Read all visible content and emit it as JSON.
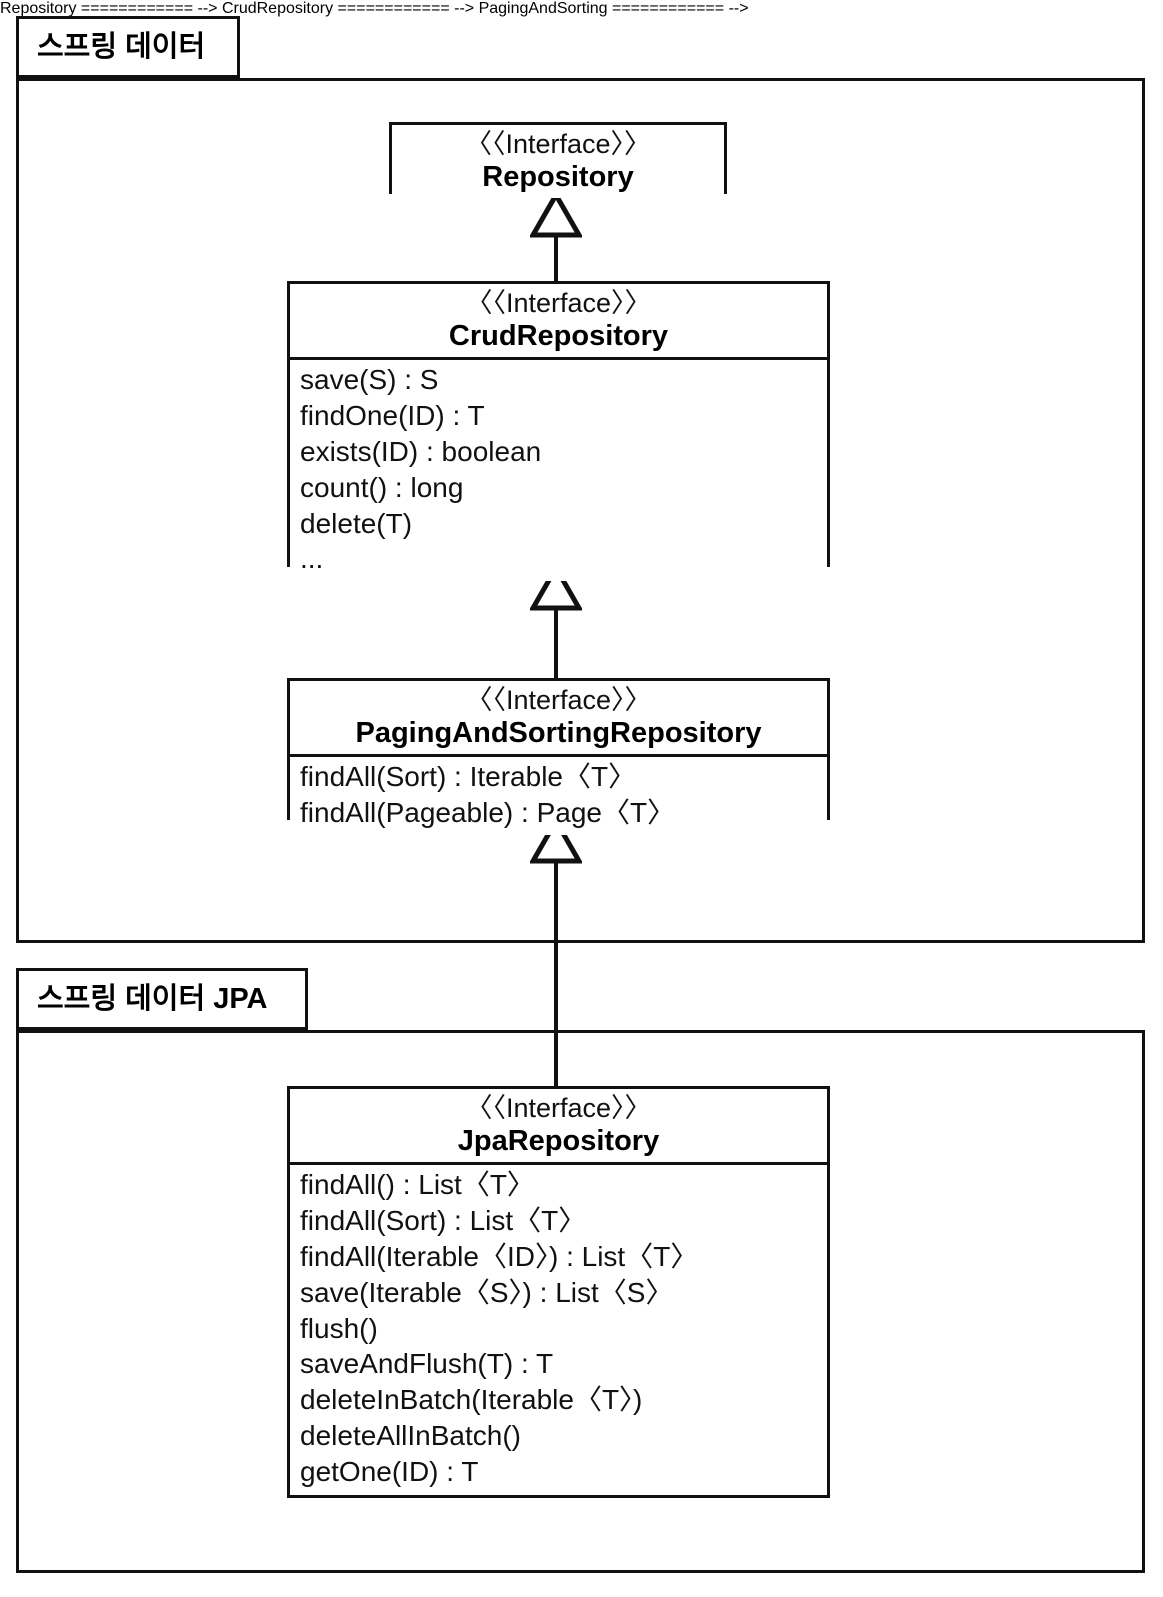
{
  "diagram": {
    "title": "Spring Data Repository Hierarchy",
    "type": "uml-class-diagram",
    "stroke_color": "#111111",
    "background_color": "#ffffff"
  },
  "packages": [
    {
      "id": "spring-data",
      "label": "스프링 데이터"
    },
    {
      "id": "spring-data-jpa",
      "label": "스프링 데이터 JPA"
    }
  ],
  "classes": {
    "repository": {
      "stereotype": "〈〈Interface〉〉",
      "name": "Repository",
      "members": []
    },
    "crud_repository": {
      "stereotype": "〈〈Interface〉〉",
      "name": "CrudRepository",
      "members": [
        "save(S) : S",
        "findOne(ID) : T",
        "exists(ID) : boolean",
        "count() : long",
        "delete(T)",
        "..."
      ]
    },
    "paging_and_sorting_repository": {
      "stereotype": "〈〈Interface〉〉",
      "name": "PagingAndSortingRepository",
      "members": [
        "findAll(Sort) : Iterable〈T〉",
        "findAll(Pageable) : Page〈T〉"
      ]
    },
    "jpa_repository": {
      "stereotype": "〈〈Interface〉〉",
      "name": "JpaRepository",
      "members": [
        "findAll() : List〈T〉",
        "findAll(Sort) : List〈T〉",
        "findAll(Iterable〈ID〉) : List〈T〉",
        "save(Iterable〈S〉) : List〈S〉",
        "flush()",
        "saveAndFlush(T) : T",
        "deleteInBatch(Iterable〈T〉)",
        "deleteAllInBatch()",
        "getOne(ID) : T"
      ]
    }
  },
  "relationships": [
    {
      "from": "CrudRepository",
      "to": "Repository",
      "kind": "generalization"
    },
    {
      "from": "PagingAndSortingRepository",
      "to": "CrudRepository",
      "kind": "generalization"
    },
    {
      "from": "JpaRepository",
      "to": "PagingAndSortingRepository",
      "kind": "generalization"
    }
  ]
}
